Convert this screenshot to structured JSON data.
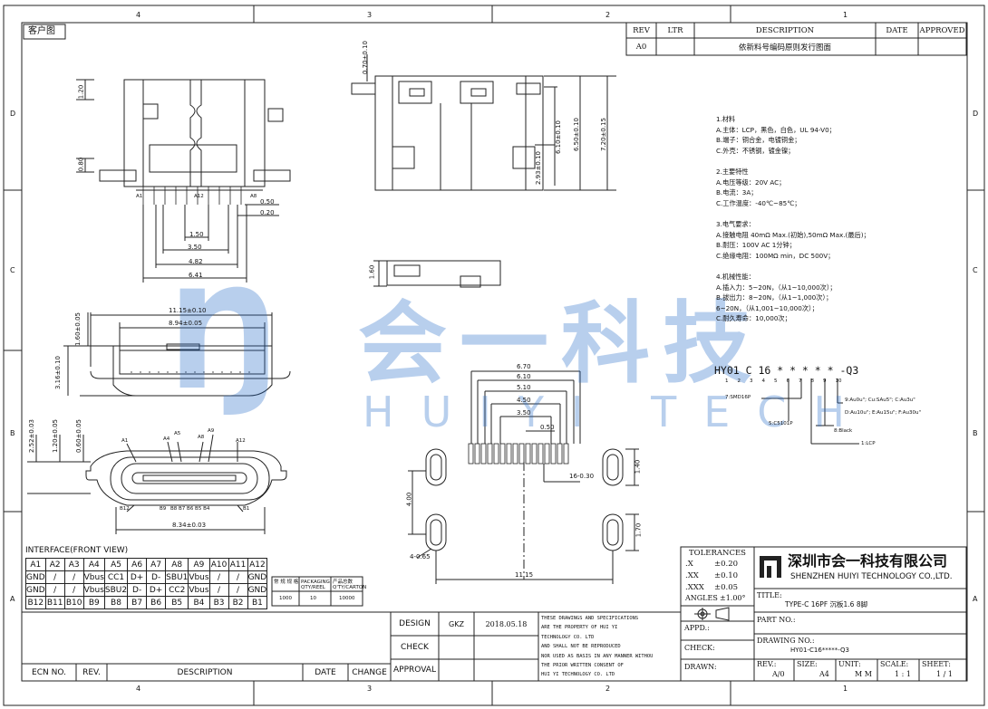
{
  "sheet": {
    "client_tag": "客户图",
    "col_labels": [
      "4",
      "3",
      "2",
      "1"
    ],
    "row_labels": [
      "D",
      "C",
      "B",
      "A"
    ]
  },
  "revision_table": {
    "headers": [
      "REV",
      "LTR",
      "DESCRIPTION",
      "DATE",
      "APPROVED"
    ],
    "row": {
      "rev": "A0",
      "ltr": "",
      "description": "依新料号编码原则发行图面",
      "date": "",
      "approved": ""
    }
  },
  "watermark": {
    "cn": "会一科技",
    "en": "HUIYI TECH",
    "color": "#3c6ec8"
  },
  "top_view_dims": {
    "d120": "1.20",
    "d080": "0.80",
    "d050": "0.50",
    "d020": "0.20",
    "d150": "1.50",
    "d350": "3.50",
    "d482": "4.82",
    "d641": "6.41",
    "pin_left": "A1",
    "pin_mid": "A12",
    "pin_right": "A8"
  },
  "side_view_dims": {
    "d070": "0.70±0.10",
    "d650": "6.50±0.10",
    "d720": "7.20±0.15",
    "d610": "6.10±0.10",
    "d293": "2.93±0.10",
    "d160": "1.60"
  },
  "front_view_dims": {
    "d1115": "11.15±0.10",
    "d894": "8.94±0.05",
    "d160": "1.60±0.05",
    "d316": "3.16±0.10"
  },
  "end_view_dims": {
    "d252": "2.52±0.03",
    "d120": "1.20±0.05",
    "d060": "0.60±0.05",
    "d834": "8.34±0.03",
    "pin_labels_top": [
      "A1",
      "A4",
      "A5",
      "A8",
      "A9",
      "A12"
    ],
    "pin_labels_bottom": [
      "B12",
      "B9",
      "B8 B7 B6 B5 B4",
      "B1"
    ]
  },
  "footprint_dims": {
    "d670": "6.70",
    "d610": "6.10",
    "d510": "5.10",
    "d450": "4.50",
    "d350": "3.50",
    "d050": "0.50",
    "d1630": "16-0.30",
    "d140": "1.40",
    "d400": "4.00",
    "d170": "1.70",
    "d065": "4-0.65",
    "d1115": "11.15"
  },
  "interface": {
    "title": "INTERFACE(FRONT VIEW)",
    "rows": [
      [
        "A1",
        "A2",
        "A3",
        "A4",
        "A5",
        "A6",
        "A7",
        "A8",
        "A9",
        "A10",
        "A11",
        "A12"
      ],
      [
        "GND",
        "/",
        "/",
        "Vbus",
        "CC1",
        "D+",
        "D-",
        "SBU1",
        "Vbus",
        "/",
        "/",
        "GND"
      ],
      [
        "GND",
        "/",
        "/",
        "Vbus",
        "SBU2",
        "D-",
        "D+",
        "CC2",
        "Vbus",
        "/",
        "/",
        "GND"
      ],
      [
        "B12",
        "B11",
        "B10",
        "B9",
        "B8",
        "B7",
        "B6",
        "B5",
        "B4",
        "B3",
        "B2",
        "B1"
      ]
    ]
  },
  "mini_table": {
    "row1": [
      "常  规  规  格",
      "PACKAGING",
      "QTY/REEL",
      "产品总数",
      "Q'TY/CARTON"
    ],
    "row2": [
      "1000",
      "10",
      "10000"
    ]
  },
  "notes": [
    "1.材料",
    "A.主体：LCP，黑色，白色，UL 94-V0；",
    "B.端子：铜合金，电镀铜金；",
    "C.外壳：不锈钢，镀金镍；",
    "",
    "2.主要特性",
    "A.电压等级：20V AC；",
    "B.电流：3A；",
    "C.工作温度：-40℃~85℃；",
    "",
    "3.电气要求：",
    "A.接触电阻 40mΩ Max.(初始),50mΩ Max.(最后)；",
    "B.耐压：100V AC 1分钟；",
    "C.绝缘电阻：100MΩ min，DC 500V；",
    "",
    "4.机械性能：",
    "A.插入力：5~20N，（从1~10,000次）；",
    "B.拔出力：8~20N，（从1~1,000次）；",
    "   6~20N，（从1,001~10,000次）；",
    "C.耐久寿命：10,000次；"
  ],
  "part_code": {
    "code": "HY01 C 16 * * * * * -Q3",
    "positions": [
      "1",
      "2",
      "3",
      "4",
      "5",
      "6",
      "7",
      "8",
      "9",
      "10"
    ],
    "label_pins": "7:SMD16P",
    "label_5": "5:C5101P",
    "label_8": "8:Black",
    "label_1": "1:LCP",
    "label_9": "9:Au0u\"; Cu:SAu5\"; C:Au3u\"",
    "label_9b": "D:Au10u\"; E:Au15u\"; F:Au30u\""
  },
  "tolerances": {
    "title": "TOLERANCES",
    "x": ".X",
    "x_val": "±0.20",
    "xx": ".XX",
    "xx_val": "±0.10",
    "xxx": ".XXX",
    "xxx_val": "±0.05",
    "angles": "ANGLES",
    "angles_val": "±1.00°"
  },
  "company": {
    "cn": "深圳市会一科技有限公司",
    "en": "SHENZHEN HUIYI TECHNOLOGY CO.,LTD."
  },
  "title_block": {
    "title_label": "TITLE:",
    "title_value": "TYPE-C 16PF 沉板1.6 8脚",
    "part_no_label": "PART NO.:",
    "drawing_no_label": "DRAWING NO.:",
    "drawing_no_value": "HY01-C16*****-Q3",
    "appd": "APPD.:",
    "check": "CHECK:",
    "drawn": "DRAWN:",
    "rev_label": "REV.:",
    "rev_value": "A/0",
    "size_label": "SIZE:",
    "size_value": "A4",
    "unit_label": "UNIT:",
    "unit_value": "M M",
    "scale_label": "SCALE:",
    "scale_value": "1 : 1",
    "sheet_label": "SHEET:",
    "sheet_value": "1 / 1"
  },
  "sign_block": {
    "design": "DESIGN",
    "design_by": "GKZ",
    "design_date": "2018.05.18",
    "check": "CHECK",
    "approval": "APPROVAL",
    "notice": [
      "THESE DRAWINGS AND SPECIFICATIONS",
      "ARE THE PROPERTY OF HUI YI",
      "TECHNOLOGY CO. LTD",
      "AND SHALL NOT BE REPRODUCED",
      "NOR USED AS BASIS IN ANY MANNER WITHOU",
      "THE PRIOR WRITTEN CONSENT OF",
      "HUI YI TECHNOLOGY CO. LTD"
    ]
  },
  "ecn_row": {
    "ecn": "ECN NO.",
    "rev": "REV.",
    "desc": "DESCRIPTION",
    "date": "DATE",
    "change": "CHANGE"
  }
}
